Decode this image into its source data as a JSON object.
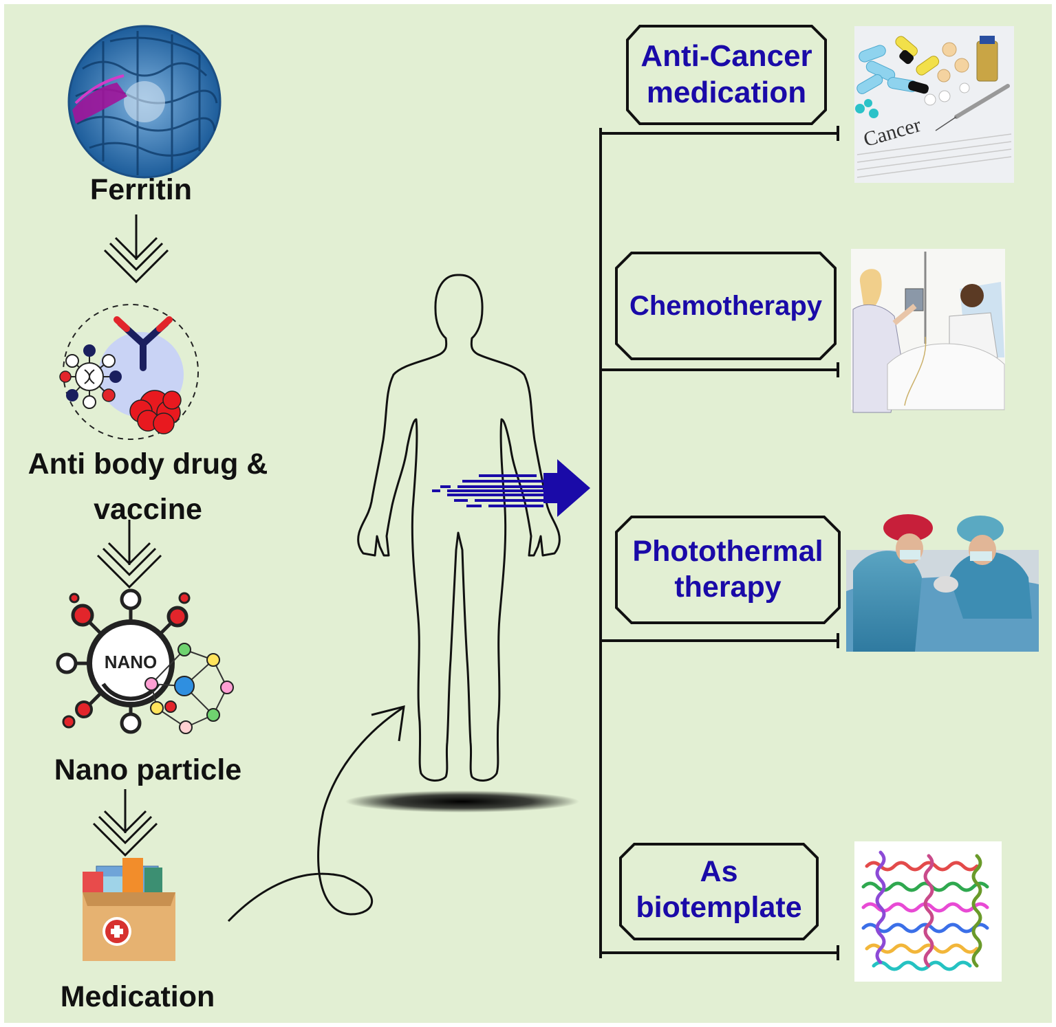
{
  "left_flow": [
    {
      "id": "ferritin",
      "lines": [
        "Ferritin"
      ]
    },
    {
      "id": "antibody",
      "lines": [
        "Anti body drug &",
        "vaccine"
      ]
    },
    {
      "id": "nano",
      "lines": [
        "Nano particle"
      ]
    },
    {
      "id": "medication",
      "lines": [
        "Medication"
      ]
    }
  ],
  "nano_icon_text": "NANO",
  "applications": [
    {
      "id": "anti-cancer",
      "lines": [
        "Anti-Cancer",
        "medication"
      ]
    },
    {
      "id": "chemotherapy",
      "lines": [
        "Chemotherapy"
      ]
    },
    {
      "id": "photothermal",
      "lines": [
        "Photothermal",
        "therapy"
      ]
    },
    {
      "id": "biotemplate",
      "lines": [
        "As",
        "biotemplate"
      ]
    }
  ],
  "cancer_photo_text": "Cancer",
  "colors": {
    "background": "#e2efd3",
    "label_blue": "#1a0aa8",
    "arrow_blue": "#1a0aa8",
    "protein_blue": "#2f6fb0"
  }
}
